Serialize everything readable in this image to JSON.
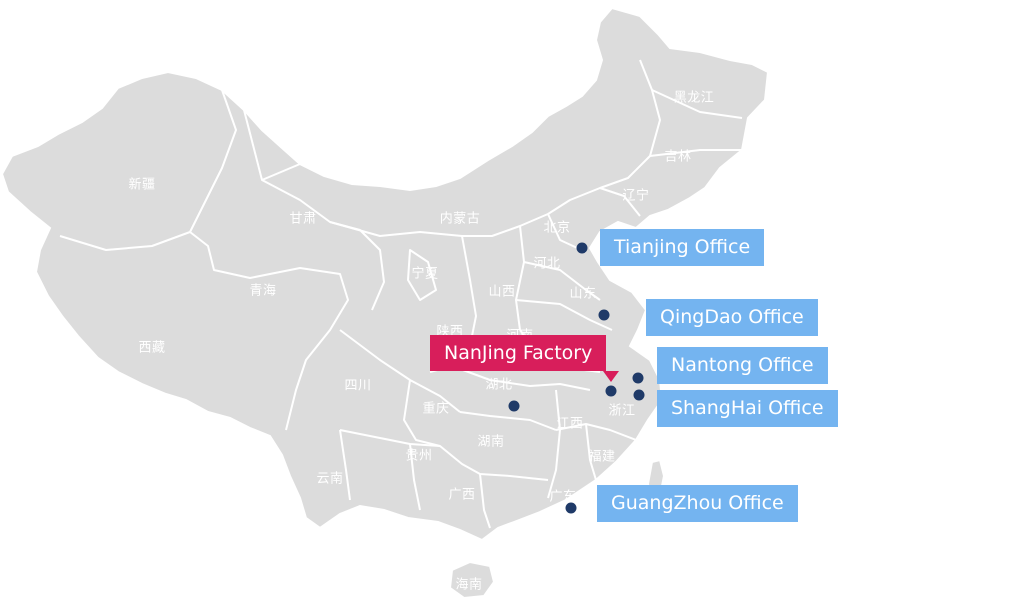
{
  "map": {
    "land_color": "#dcdcdc",
    "border_color": "#ffffff",
    "marker_color": "#1f3a68",
    "office_label_color": "#74b4f0",
    "factory_label_color": "#d81e5b"
  },
  "provinces": [
    {
      "id": "xinjiang",
      "name": "新疆"
    },
    {
      "id": "xizang",
      "name": "西藏"
    },
    {
      "id": "qinghai",
      "name": "青海"
    },
    {
      "id": "gansu",
      "name": "甘肃"
    },
    {
      "id": "neimenggu",
      "name": "内蒙古"
    },
    {
      "id": "heilongjiang",
      "name": "黑龙江"
    },
    {
      "id": "jilin",
      "name": "吉林"
    },
    {
      "id": "liaoning",
      "name": "辽宁"
    },
    {
      "id": "beijing",
      "name": "北京"
    },
    {
      "id": "hebei",
      "name": "河北"
    },
    {
      "id": "shanxi",
      "name": "山西"
    },
    {
      "id": "shandong",
      "name": "山东"
    },
    {
      "id": "ningxia",
      "name": "宁夏"
    },
    {
      "id": "shaanxi",
      "name": "陕西"
    },
    {
      "id": "henan",
      "name": "河南"
    },
    {
      "id": "sichuan",
      "name": "四川"
    },
    {
      "id": "hubei",
      "name": "湖北"
    },
    {
      "id": "chongqing",
      "name": "重庆"
    },
    {
      "id": "hunan",
      "name": "湖南"
    },
    {
      "id": "jiangxi",
      "name": "江西"
    },
    {
      "id": "zhejiang",
      "name": "浙江"
    },
    {
      "id": "fujian",
      "name": "福建"
    },
    {
      "id": "guizhou",
      "name": "贵州"
    },
    {
      "id": "yunnan",
      "name": "云南"
    },
    {
      "id": "guangxi",
      "name": "广西"
    },
    {
      "id": "guangdong",
      "name": "广东"
    },
    {
      "id": "hainan",
      "name": "海南"
    }
  ],
  "offices": [
    {
      "id": "tianjing",
      "label": "Tianjing Office"
    },
    {
      "id": "qingdao",
      "label": "QingDao Office"
    },
    {
      "id": "nantong",
      "label": "Nantong Office"
    },
    {
      "id": "shanghai",
      "label": "ShangHai Office"
    },
    {
      "id": "guangzhou",
      "label": "GuangZhou Office"
    }
  ],
  "factory": {
    "id": "nanjing",
    "label": "NanJing Factory"
  }
}
